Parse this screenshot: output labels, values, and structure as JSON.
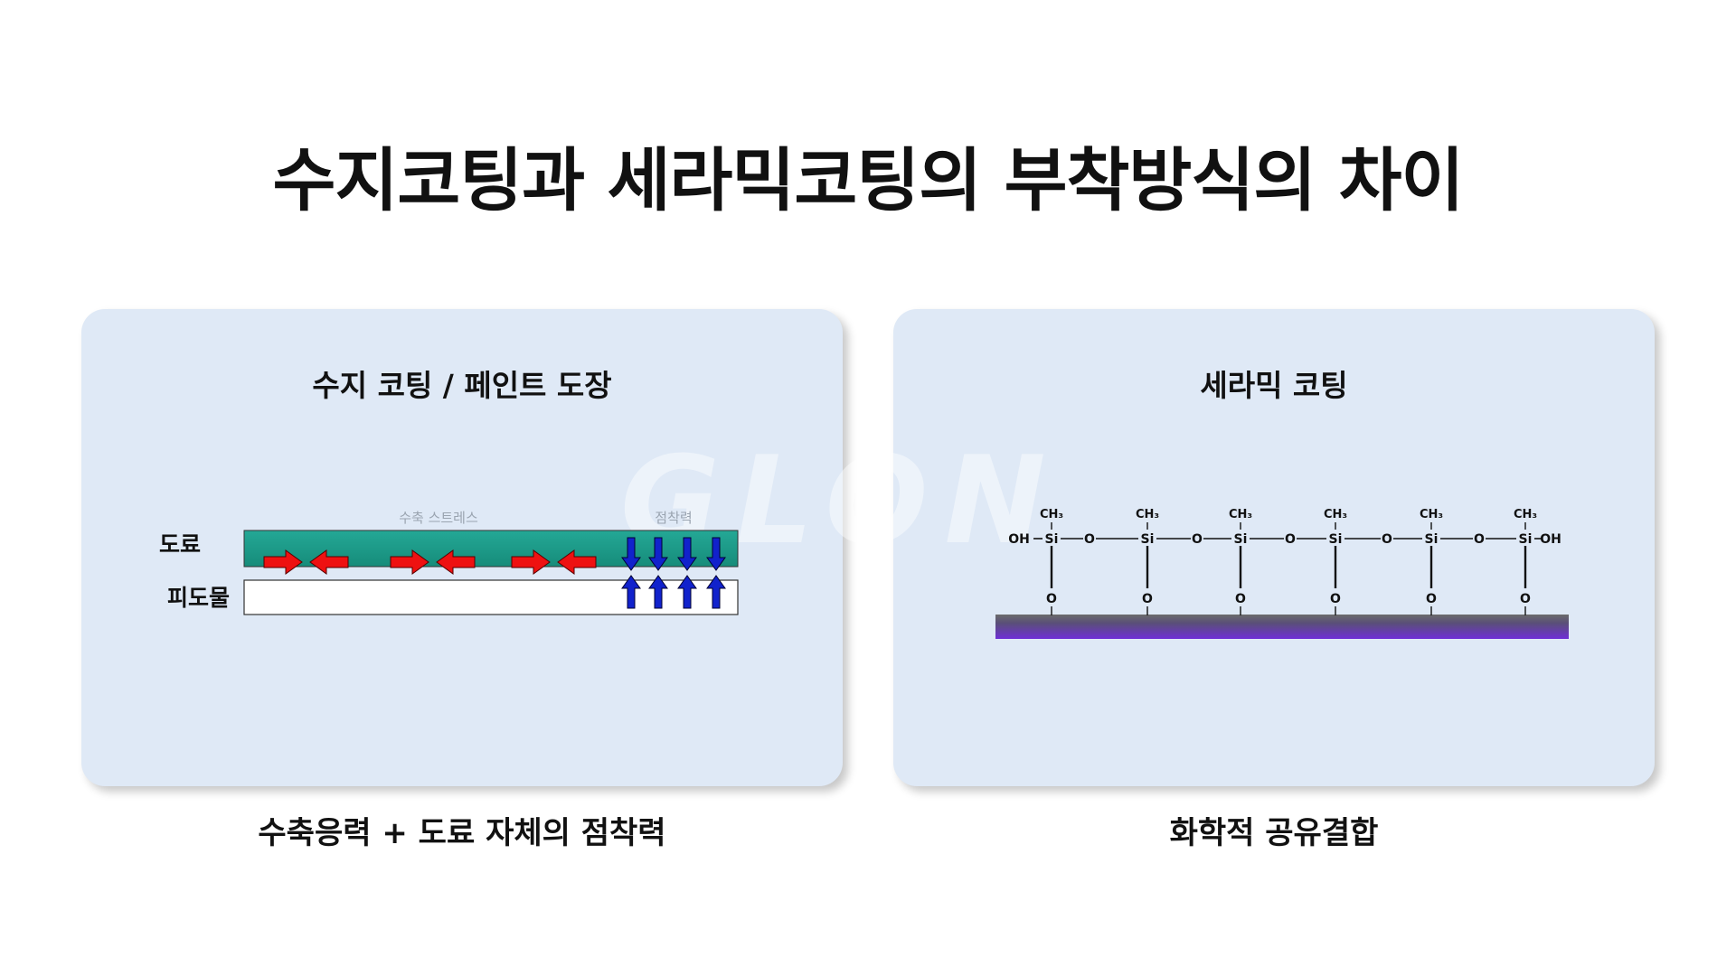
{
  "title": "수지코팅과 세라믹코팅의 부착방식의 차이",
  "watermark": "GLON",
  "left_panel": {
    "title": "수지 코팅 / 페인트 도장",
    "label_paint": "도료",
    "label_substrate": "피도물",
    "label_shrink": "수축 스트레스",
    "label_adhesion": "점착력",
    "caption": "수축응력 + 도료 자체의 점착력",
    "colors": {
      "paint": "#1e9e8a",
      "shrink_arrow": "#ee1111",
      "adhesion_arrow": "#1122cc"
    }
  },
  "right_panel": {
    "title": "세라믹 코팅",
    "terminal_left": "OH",
    "terminal_right": "OH",
    "silicon": "Si",
    "oxygen": "O",
    "methyl": "CH₃",
    "caption": "화학적 공유결합",
    "colors": {
      "substrate_top": "#6b6b6b",
      "substrate_bottom": "#6f2fd6"
    }
  }
}
